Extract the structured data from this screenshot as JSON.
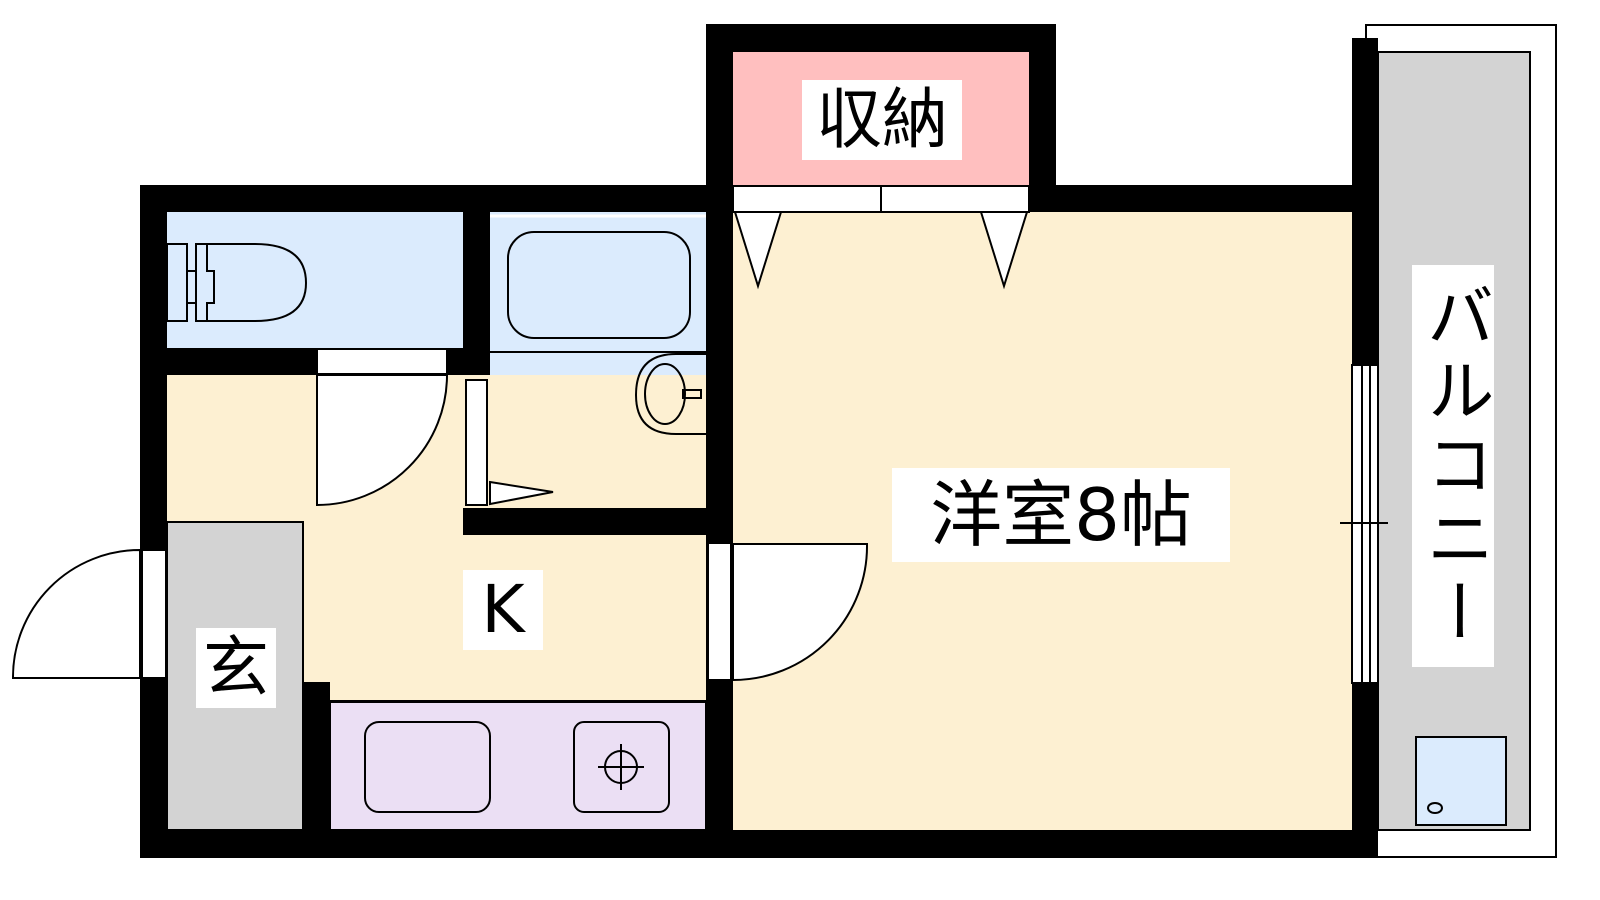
{
  "floorplan": {
    "rooms": {
      "storage": "収納",
      "western_room": "洋室8帖",
      "kitchen": "K",
      "entrance": "玄",
      "balcony": "バルコニー"
    },
    "colors": {
      "wall": "#000000",
      "wet_area": "#DBEBFD",
      "room_floor": "#FDF0D2",
      "entrance_floor": "#D3D3D3",
      "kitchen_counter": "#EBDFF4",
      "storage_floor": "#FFBFBF",
      "balcony_floor": "#D3D3D3"
    }
  }
}
